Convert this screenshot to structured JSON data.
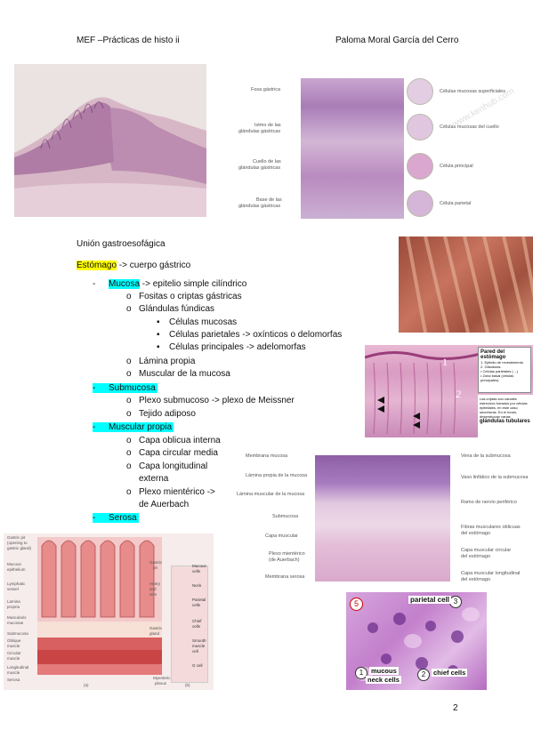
{
  "header": {
    "left": "MEF –Prácticas de histo ii",
    "right": "Paloma Moral García del Cerro"
  },
  "outline": {
    "title": "Unión gastroesofágica",
    "stomach": {
      "highlight": "Estómago",
      "rest": " -> cuerpo gástrico"
    },
    "mucosa": {
      "highlight": "Mucosa",
      "rest": " -> epitelio simple cilíndrico"
    },
    "mucosa_items": [
      "Fositas o criptas gástricas",
      "Glándulas fúndicas"
    ],
    "fundic_items": [
      "Células mucosas",
      "Células parietales -> oxínticos o delomorfas",
      "Células principales -> adelomorfas"
    ],
    "mucosa_items2": [
      "Lámina propia",
      "Muscular de la mucosa"
    ],
    "submucosa": "Submucosa",
    "submucosa_items": [
      "Plexo submucoso -> plexo de Meissner",
      "Tejido adiposo"
    ],
    "muscular": "Muscular propia",
    "muscular_items": [
      "Capa oblicua interna",
      "Capa circular media",
      "Capa longitudinal",
      "externa",
      "Plexo mientérico ->",
      "de Auerbach"
    ],
    "serosa": "Serosa"
  },
  "fig_gastric": {
    "left_labels": [
      "Fosa gástrica",
      "Istmo de las",
      "glándulas gástricas",
      "Cuello de las",
      "glándulas gástricas",
      "Base de las",
      "glándulas gástricas"
    ],
    "right_labels": [
      "Células mucosas superficiales",
      "Células mucosas del cuello",
      "Célula principal",
      "Célula parietal"
    ]
  },
  "fig_wall": {
    "title": "Pared del estómago",
    "items": [
      "Epitelio de revestimiento",
      "Glándulas",
      "Células parietales (→)",
      "Zona basal (células principales)"
    ],
    "n1": "1",
    "n2": "2",
    "crypt_note": "Las criptas son canales estrechos forrados por células epiteliales, en este caso secretoras. En el fondo, desembocan varias",
    "glands": "glándulas tubulares"
  },
  "fig_layers": {
    "left_labels": [
      "Membrana mucosa",
      "Lámina propia de la mucosa",
      "Lámina muscular de la mucosa",
      "Submucosa",
      "Capa muscular",
      "Plexo mientérico",
      "(de Auerbach)",
      "Membrana serosa"
    ],
    "right_labels": [
      "Vena de la submucosa",
      "Vaso linfático de la submucosa",
      "Ramo de nervio periférico",
      "Fibras musculares oblicuas",
      "del estómago",
      "Capa muscular circular",
      "del estómago",
      "Capa muscular longitudinal",
      "del estómago"
    ]
  },
  "fig_drawing": {
    "labels": [
      "Gastric pit",
      "(opening to",
      "gastric gland)",
      "Mucous",
      "epithelium",
      "Lymphatic",
      "vessel",
      "Lamina",
      "propria",
      "Muscularis",
      "mucosae",
      "Submucosa",
      "Oblique",
      "muscle",
      "Circular",
      "muscle",
      "Longitudinal",
      "muscle",
      "Serosa"
    ],
    "right_labels": [
      "Mucous",
      "cells",
      "Neck",
      "Parietal",
      "cells",
      "Chief",
      "cells",
      "Smooth",
      "muscle",
      "cell",
      "G cell"
    ],
    "mid_labels": [
      "Gastric",
      "pit",
      "Artery",
      "and",
      "vein",
      "Gastric",
      "gland",
      "Myenteric",
      "plexus"
    ],
    "captions": [
      "(a)",
      "(b)"
    ]
  },
  "fig_cells": {
    "badge_5": "5",
    "badge_3": "3",
    "badge_1": "1",
    "badge_2": "2",
    "parietal": "parietal cell",
    "mucous": "mucous",
    "neck": "neck cells",
    "chief": "chief cells"
  },
  "watermark": "www.kenhub.com",
  "page_number": "2"
}
